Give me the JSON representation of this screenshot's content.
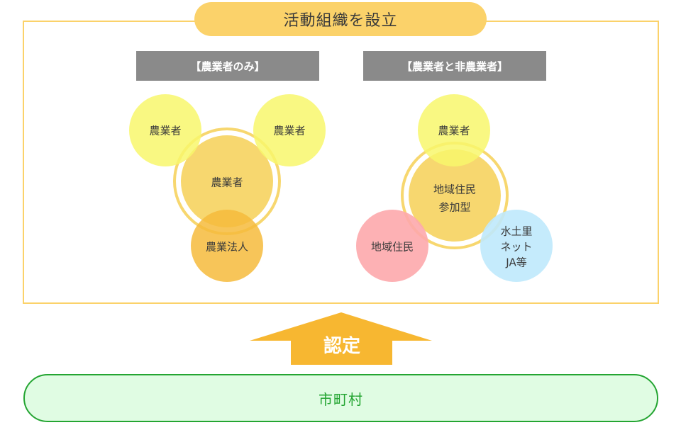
{
  "title": "活動組織を設立",
  "groups": {
    "farmers_only": {
      "heading": "【農業者のみ】",
      "circles": {
        "top_left": "農業者",
        "top_right": "農業者",
        "center": "農業者",
        "bottom": "農業法人"
      }
    },
    "farmers_and_non_farmers": {
      "heading": "【農業者と非農業者】",
      "circles": {
        "top": "農業者",
        "center_line1": "地域住民",
        "center_line2": "参加型",
        "left": "地域住民",
        "right_line1": "水土里",
        "right_line2": "ネット",
        "right_line3": "JA等"
      }
    }
  },
  "arrow_label": "認定",
  "municipality": "市町村",
  "colors": {
    "frame": "#fbd26a",
    "header_bar": "#8a8a8a",
    "yellow_circle": "#f8f76c",
    "center_circle": "#f7d76f",
    "corporation_circle": "#f6bb3c",
    "resident_circle": "#fda9ac",
    "network_circle": "#bfe9fc",
    "arrow": "#f7b731",
    "municipality_border": "#24a532",
    "municipality_fill": "#e0fce3"
  }
}
